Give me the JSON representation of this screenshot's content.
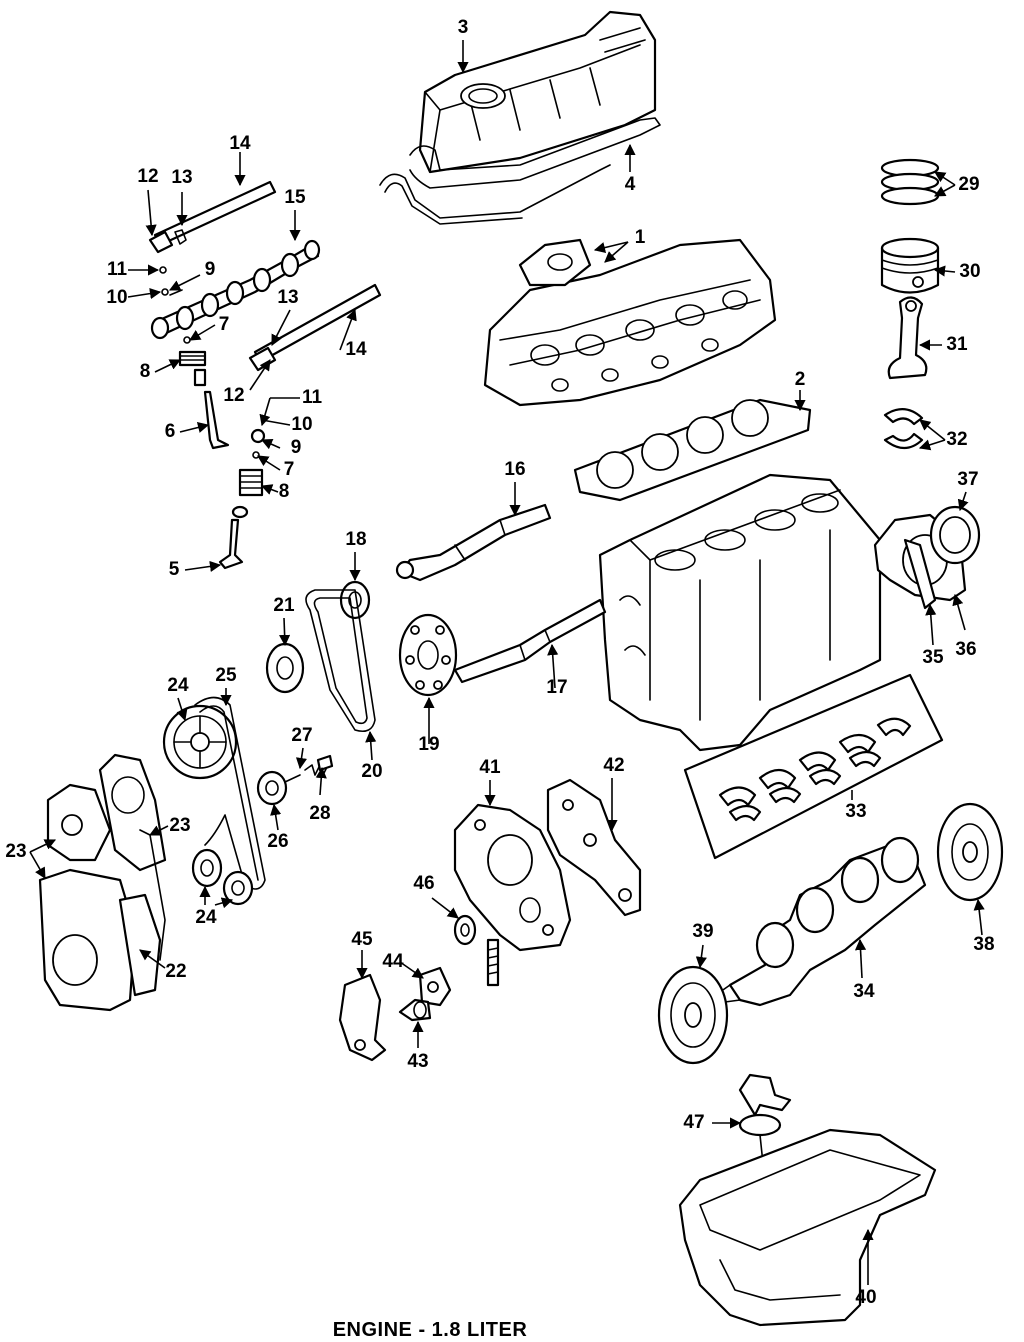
{
  "title": "ENGINE - 1.8 LITER",
  "callouts": [
    {
      "id": "c1",
      "label": "1"
    },
    {
      "id": "c2",
      "label": "2"
    },
    {
      "id": "c3",
      "label": "3"
    },
    {
      "id": "c4",
      "label": "4"
    },
    {
      "id": "c5",
      "label": "5"
    },
    {
      "id": "c6",
      "label": "6"
    },
    {
      "id": "c7a",
      "label": "7"
    },
    {
      "id": "c7b",
      "label": "7"
    },
    {
      "id": "c8a",
      "label": "8"
    },
    {
      "id": "c8b",
      "label": "8"
    },
    {
      "id": "c9a",
      "label": "9"
    },
    {
      "id": "c9b",
      "label": "9"
    },
    {
      "id": "c10a",
      "label": "10"
    },
    {
      "id": "c10b",
      "label": "10"
    },
    {
      "id": "c11a",
      "label": "11"
    },
    {
      "id": "c11b",
      "label": "11"
    },
    {
      "id": "c12a",
      "label": "12"
    },
    {
      "id": "c12b",
      "label": "12"
    },
    {
      "id": "c13a",
      "label": "13"
    },
    {
      "id": "c13b",
      "label": "13"
    },
    {
      "id": "c14a",
      "label": "14"
    },
    {
      "id": "c14b",
      "label": "14"
    },
    {
      "id": "c15",
      "label": "15"
    },
    {
      "id": "c16",
      "label": "16"
    },
    {
      "id": "c17",
      "label": "17"
    },
    {
      "id": "c18",
      "label": "18"
    },
    {
      "id": "c19",
      "label": "19"
    },
    {
      "id": "c20",
      "label": "20"
    },
    {
      "id": "c21",
      "label": "21"
    },
    {
      "id": "c22",
      "label": "22"
    },
    {
      "id": "c23a",
      "label": "23"
    },
    {
      "id": "c23b",
      "label": "23"
    },
    {
      "id": "c24a",
      "label": "24"
    },
    {
      "id": "c24b",
      "label": "24"
    },
    {
      "id": "c25",
      "label": "25"
    },
    {
      "id": "c26",
      "label": "26"
    },
    {
      "id": "c27",
      "label": "27"
    },
    {
      "id": "c28",
      "label": "28"
    },
    {
      "id": "c29",
      "label": "29"
    },
    {
      "id": "c30",
      "label": "30"
    },
    {
      "id": "c31",
      "label": "31"
    },
    {
      "id": "c32",
      "label": "32"
    },
    {
      "id": "c33",
      "label": "33"
    },
    {
      "id": "c34",
      "label": "34"
    },
    {
      "id": "c35",
      "label": "35"
    },
    {
      "id": "c36",
      "label": "36"
    },
    {
      "id": "c37",
      "label": "37"
    },
    {
      "id": "c38",
      "label": "38"
    },
    {
      "id": "c39",
      "label": "39"
    },
    {
      "id": "c40",
      "label": "40"
    },
    {
      "id": "c41",
      "label": "41"
    },
    {
      "id": "c42",
      "label": "42"
    },
    {
      "id": "c43",
      "label": "43"
    },
    {
      "id": "c44",
      "label": "44"
    },
    {
      "id": "c45",
      "label": "45"
    },
    {
      "id": "c46",
      "label": "46"
    },
    {
      "id": "c47",
      "label": "47"
    }
  ]
}
